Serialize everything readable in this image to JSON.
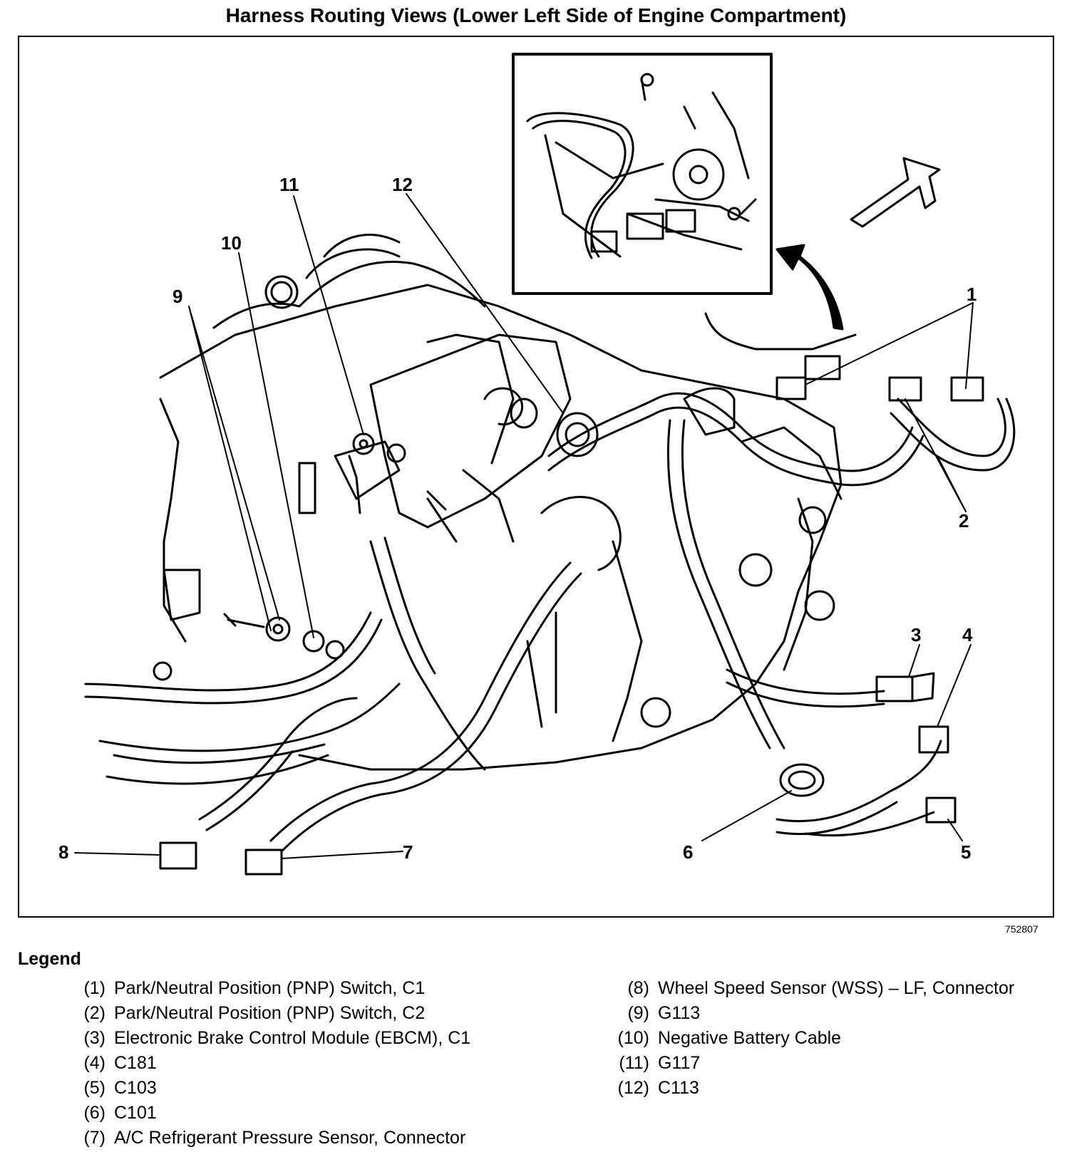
{
  "title": "Harness Routing Views (Lower Left Side of Engine Compartment)",
  "figure_id": "752807",
  "legend": {
    "heading": "Legend",
    "left": [
      {
        "num": "(1)",
        "text": "Park/Neutral Position (PNP) Switch, C1"
      },
      {
        "num": "(2)",
        "text": "Park/Neutral Position (PNP) Switch, C2"
      },
      {
        "num": "(3)",
        "text": "Electronic Brake Control Module (EBCM), C1"
      },
      {
        "num": "(4)",
        "text": "C181"
      },
      {
        "num": "(5)",
        "text": "C103"
      },
      {
        "num": "(6)",
        "text": "C101"
      },
      {
        "num": "(7)",
        "text": "A/C Refrigerant Pressure Sensor, Connector"
      }
    ],
    "right": [
      {
        "num": "(8)",
        "text": "Wheel Speed Sensor (WSS) – LF, Connector"
      },
      {
        "num": "(9)",
        "text": "G113"
      },
      {
        "num": "(10)",
        "text": "Negative Battery Cable"
      },
      {
        "num": "(11)",
        "text": "G117"
      },
      {
        "num": "(12)",
        "text": "C113"
      }
    ]
  },
  "callouts": [
    "1",
    "2",
    "3",
    "4",
    "5",
    "6",
    "7",
    "8",
    "9",
    "10",
    "11",
    "12"
  ]
}
